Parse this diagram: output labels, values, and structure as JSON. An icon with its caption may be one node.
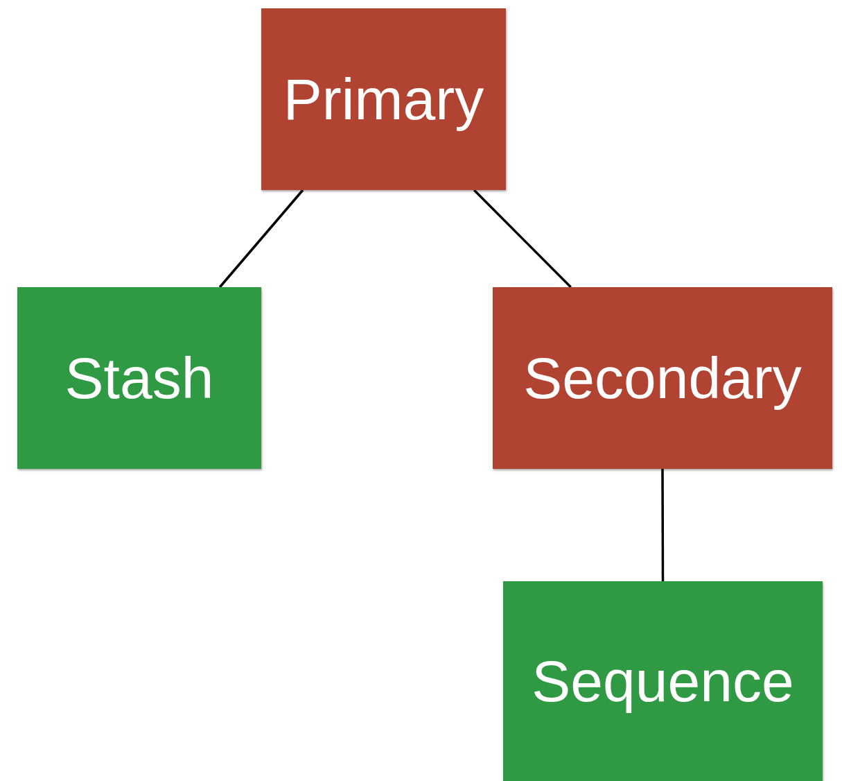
{
  "diagram": {
    "nodes": [
      {
        "text": [
          "Primary"
        ]
      },
      {
        "text": [
          "Stash"
        ]
      },
      {
        "text": [
          "Secondary"
        ]
      },
      {
        "text": [
          "Sequence"
        ]
      }
    ],
    "edges": [
      {
        "from": 0,
        "to": 1,
        "arrow": "none"
      },
      {
        "from": 0,
        "to": 2,
        "arrow": "none"
      },
      {
        "from": 2,
        "to": 3,
        "arrow": "none"
      }
    ]
  }
}
